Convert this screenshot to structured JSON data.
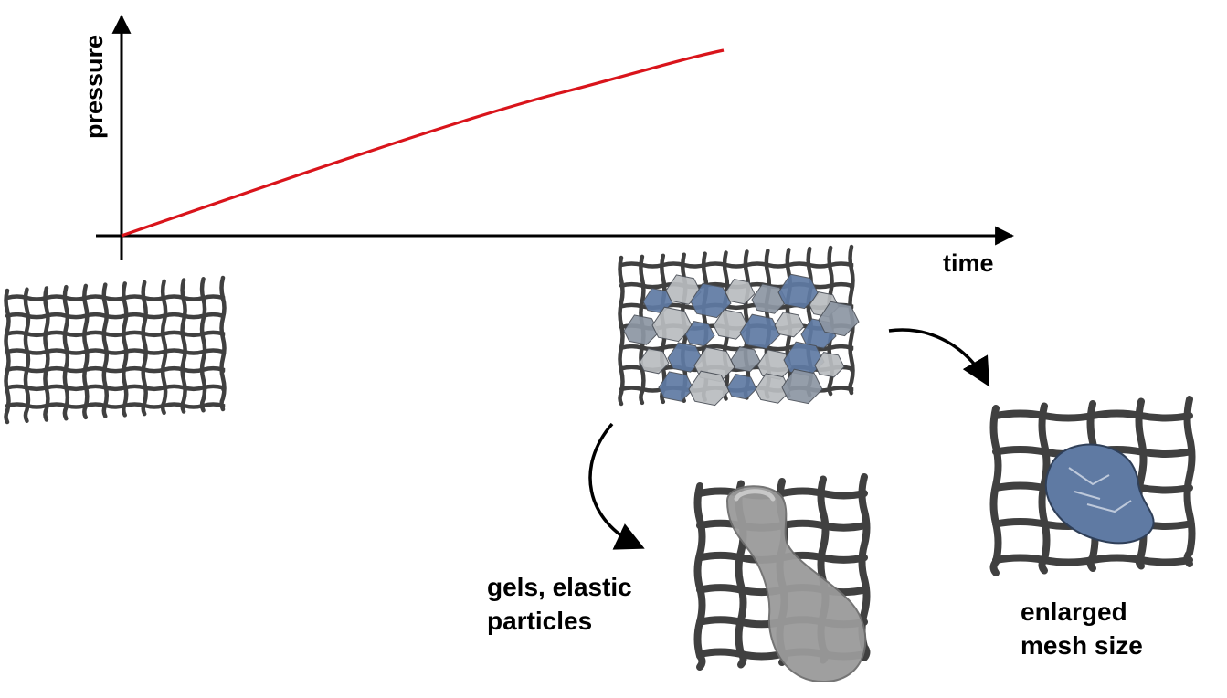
{
  "axes": {
    "y_label": "pressure",
    "x_label": "time",
    "curve_color": "#d9141b",
    "axis_color": "#000000"
  },
  "captions": {
    "gel_line1": "gels, elastic",
    "gel_line2": "particles",
    "mesh_line1": "enlarged",
    "mesh_line2": "mesh size"
  },
  "colors": {
    "wire": "#404040",
    "particle_blue": "#5f7aa3",
    "particle_grey": "#b9bcbf",
    "gel": "#9a9a9a"
  },
  "icons": {
    "clean_mesh": "woven-wire-mesh-icon",
    "clogged_mesh": "clogged-mesh-icon",
    "gel_extrusion": "gel-droplet-through-mesh-icon",
    "enlarged_mesh": "torn-mesh-with-particle-icon"
  }
}
